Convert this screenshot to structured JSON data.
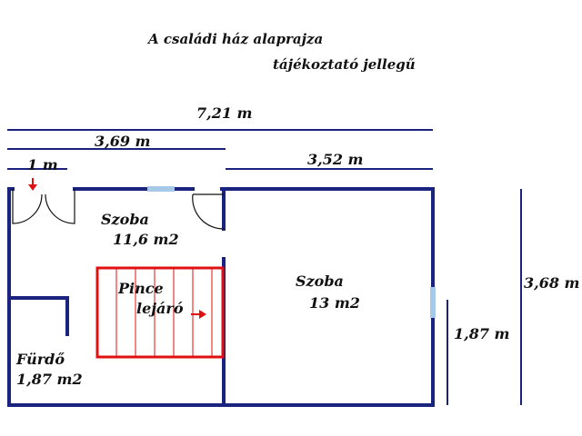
{
  "title": {
    "line1": "A családi ház alaprajza",
    "line2": "tájékoztató jellegű"
  },
  "dimensions": {
    "total_width": "7,21 m",
    "left_width": "3,69 m",
    "door_width": "1 m",
    "right_width": "3,52 m",
    "total_height": "3,68 m",
    "right_inner_height": "1,87 m"
  },
  "rooms": [
    {
      "name": "Szoba",
      "area": "11,6 m2"
    },
    {
      "name": "Szoba",
      "area": "13 m2"
    },
    {
      "name": "Fürdő",
      "area": "1,87 m2"
    }
  ],
  "stairs": {
    "line1": "Pince",
    "line2": "lejáró"
  },
  "colors": {
    "wall": "#1a237e",
    "stairs": "#e01010",
    "window": "#a8c8e8",
    "text": "#111111"
  }
}
